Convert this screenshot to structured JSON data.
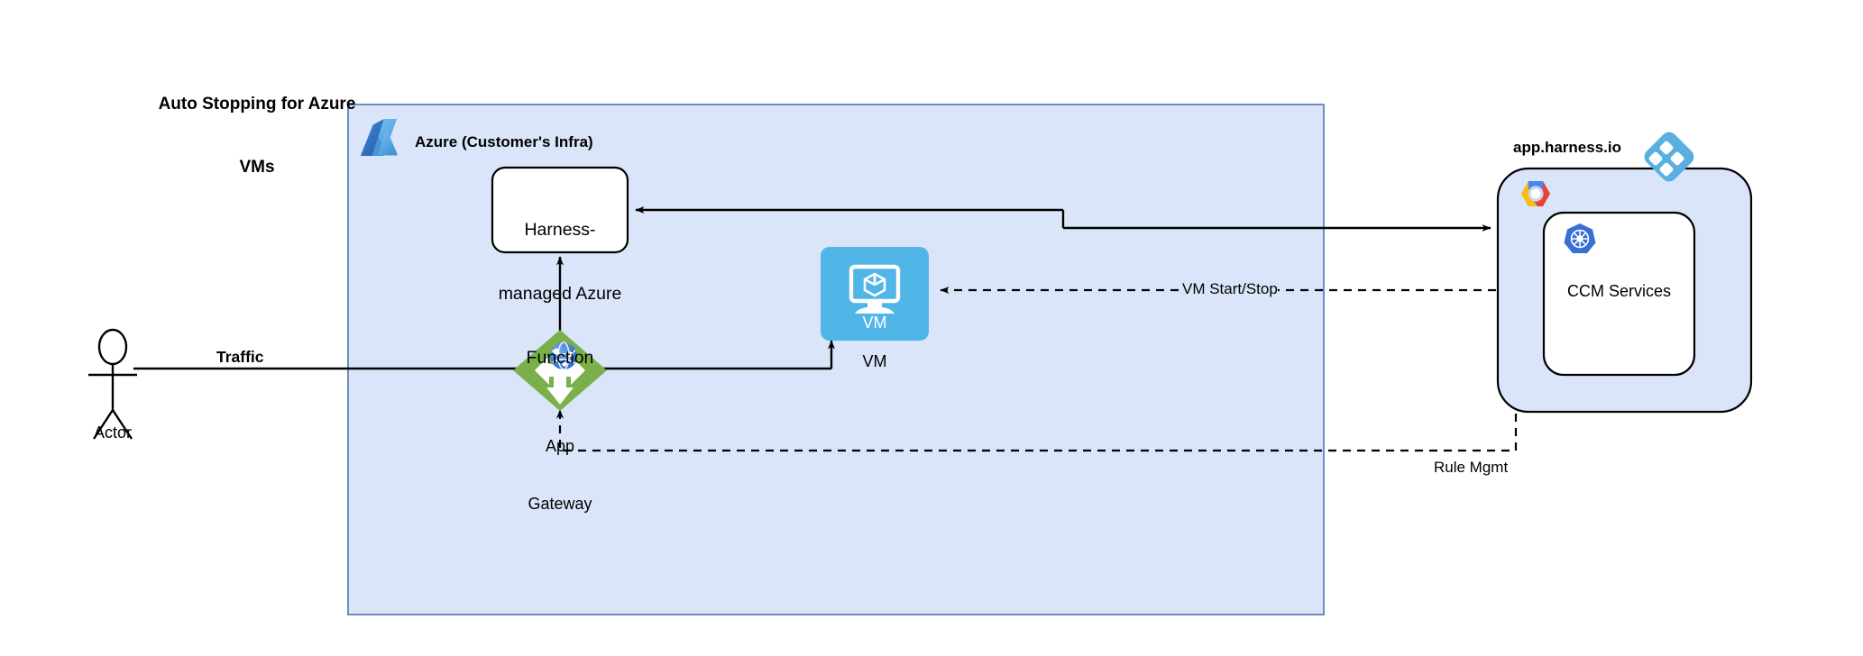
{
  "diagram": {
    "title": "Auto Stopping for Azure\nVMs",
    "title_line1": "Auto Stopping for Azure",
    "title_line2": "VMs",
    "type": "architecture-diagram",
    "background": "#ffffff"
  },
  "colors": {
    "azure_container_fill": "#dbe5f9",
    "azure_container_stroke": "#6c8ebf",
    "harness_panel_fill": "#dbe5f9",
    "harness_panel_stroke": "#000000",
    "node_white_fill": "#ffffff",
    "node_stroke": "#000000",
    "vm_tile_fill": "#50b6e8",
    "app_gateway_green": "#7ab04a",
    "harness_logo_blue": "#5aaee0",
    "k8s_blue": "#3a6fd8",
    "azure_logo_dark": "#2a5aa8",
    "azure_logo_light": "#61b2e8",
    "edge_stroke": "#000000"
  },
  "groups": [
    {
      "id": "azure-group",
      "label": "Azure (Customer's Infra)",
      "icon": "azure-logo-icon"
    },
    {
      "id": "harness-group",
      "label": "app.harness.io",
      "icon": "harness-logo-icon",
      "inner_icon": "gcp-hexagon-icon"
    }
  ],
  "nodes": [
    {
      "id": "actor",
      "label": "Actor",
      "icon": "actor-stick-figure-icon",
      "shape": "uml-actor"
    },
    {
      "id": "azure-function",
      "label": "Harness-\nmanaged Azure\nFunction",
      "label_line1": "Harness-",
      "label_line2": "managed Azure",
      "label_line3": "Function",
      "shape": "rounded-rectangle"
    },
    {
      "id": "app-gateway",
      "label": "App\nGateway",
      "label_line1": "App",
      "label_line2": "Gateway",
      "icon": "app-gateway-icon",
      "shape": "diamond"
    },
    {
      "id": "vm",
      "label": "VM",
      "tile_caption": "VM",
      "icon": "vm-monitor-cube-icon",
      "shape": "rounded-square-tile"
    },
    {
      "id": "ccm-services",
      "label": "CCM Services",
      "icon": "kubernetes-icon",
      "shape": "rounded-rectangle"
    }
  ],
  "edges": [
    {
      "id": "actor-to-gateway",
      "label": "Traffic",
      "from": "actor",
      "to": "app-gateway",
      "style": "solid",
      "arrow": "end"
    },
    {
      "id": "gateway-to-vm",
      "label": "",
      "from": "app-gateway",
      "to": "vm",
      "style": "solid",
      "arrow": "end"
    },
    {
      "id": "gateway-to-function",
      "label": "",
      "from": "app-gateway",
      "to": "azure-function",
      "style": "solid",
      "arrow": "end"
    },
    {
      "id": "harness-to-function",
      "label": "",
      "from": "harness-group",
      "to": "azure-function",
      "style": "solid",
      "arrow": "both"
    },
    {
      "id": "ccm-to-vm",
      "label": "VM Start/Stop",
      "from": "ccm-services",
      "to": "vm",
      "style": "dashed",
      "arrow": "end"
    },
    {
      "id": "harness-to-gateway",
      "label": "Rule Mgmt",
      "from": "harness-group",
      "to": "app-gateway",
      "style": "dashed",
      "arrow": "end"
    }
  ]
}
